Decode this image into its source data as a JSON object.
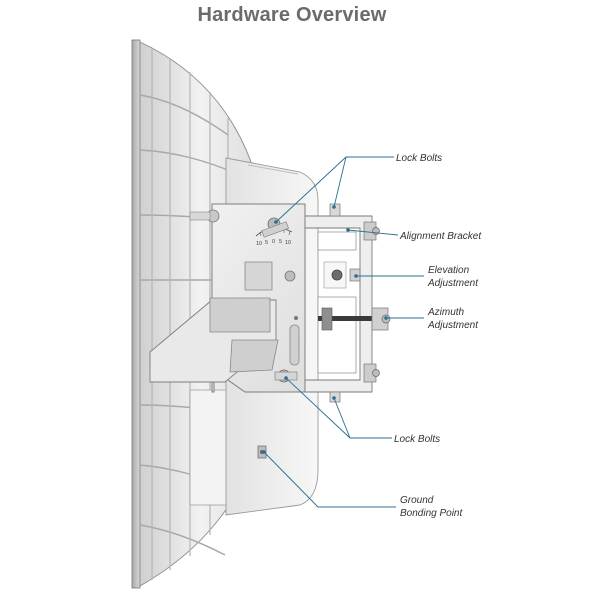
{
  "title": "Hardware Overview",
  "callouts": {
    "lock_bolts_top": "Lock Bolts",
    "alignment_bracket": "Alignment Bracket",
    "elevation_adjustment_1": "Elevation",
    "elevation_adjustment_2": "Adjustment",
    "azimuth_adjustment_1": "Azimuth",
    "azimuth_adjustment_2": "Adjustment",
    "lock_bolts_bottom": "Lock Bolts",
    "ground_bonding_1": "Ground",
    "ground_bonding_2": "Bonding Point"
  },
  "scale_labels": [
    "10",
    "5",
    "0",
    "5",
    "10"
  ],
  "colors": {
    "title": "#6b6b6b",
    "leader": "#2b6f8f",
    "metal_light": "#eeeeee",
    "metal_mid": "#c9c9c9",
    "metal_dark": "#8f8f8f"
  }
}
